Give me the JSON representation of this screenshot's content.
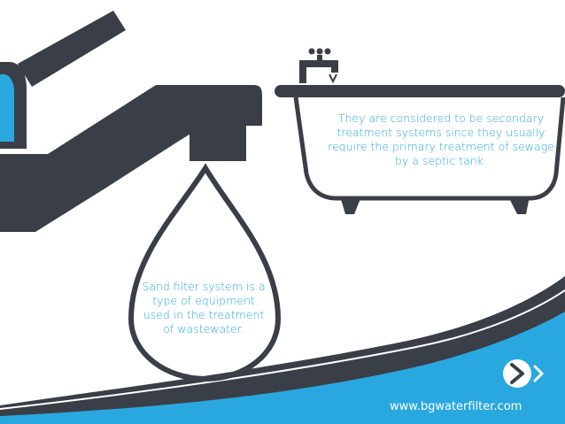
{
  "tub_caption": "They are considered to be secondary treatment systems since they usually require the primary treatment of sewage by a septic tank.",
  "drop_caption": "Sand filter system is a type of equipment used in the treatment of wastewater.",
  "website": "www.bgwaterfilter.com",
  "colors": {
    "dark": "#3a3f47",
    "accent": "#29a8e0",
    "white": "#ffffff"
  }
}
